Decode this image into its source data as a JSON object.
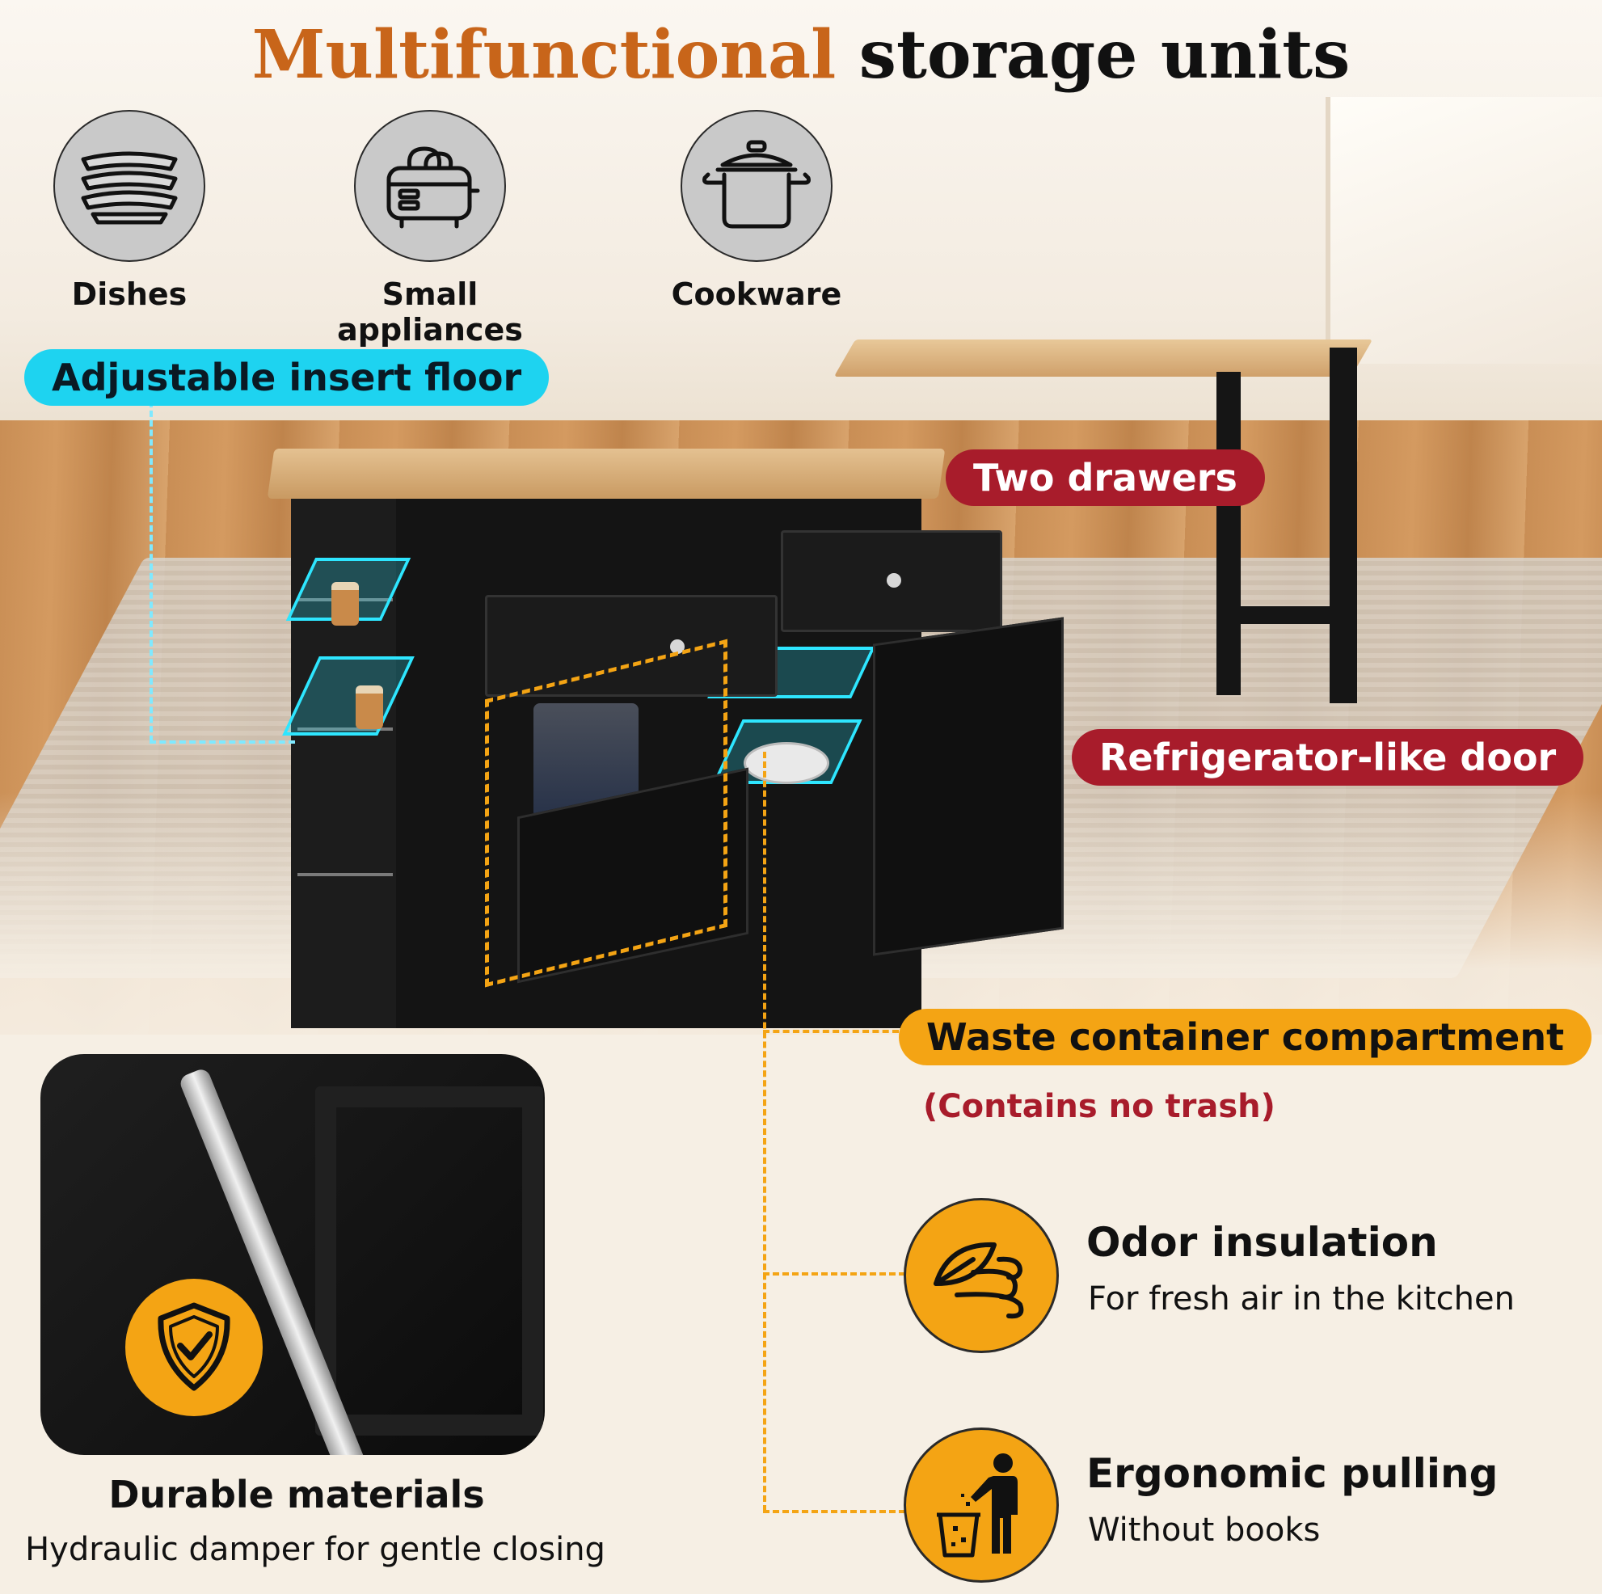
{
  "title": {
    "accent": "Multifunctional",
    "rest": " storage units"
  },
  "categories": [
    {
      "label": "Dishes",
      "icon": "plates-icon"
    },
    {
      "label": "Small appliances",
      "icon": "toaster-icon"
    },
    {
      "label": "Cookware",
      "icon": "pot-icon"
    }
  ],
  "callouts": {
    "insert_floor": "Adjustable insert floor",
    "drawers": "Two drawers",
    "door": "Refrigerator-like door",
    "waste": "Waste container compartment",
    "waste_note": "(Contains no trash)"
  },
  "inset": {
    "title": "Durable materials",
    "subtitle": "Hydraulic damper for gentle closing",
    "icon": "shield-check-icon"
  },
  "features": [
    {
      "title": "Odor insulation",
      "subtitle": "For fresh air in the kitchen",
      "icon": "leaf-wind-icon"
    },
    {
      "title": "Ergonomic pulling",
      "subtitle": "Without books",
      "icon": "person-trash-icon"
    }
  ],
  "colors": {
    "accent": "#c8651a",
    "cyan": "#1ed3f0",
    "red": "#a81c2b",
    "gold": "#f4a414"
  }
}
